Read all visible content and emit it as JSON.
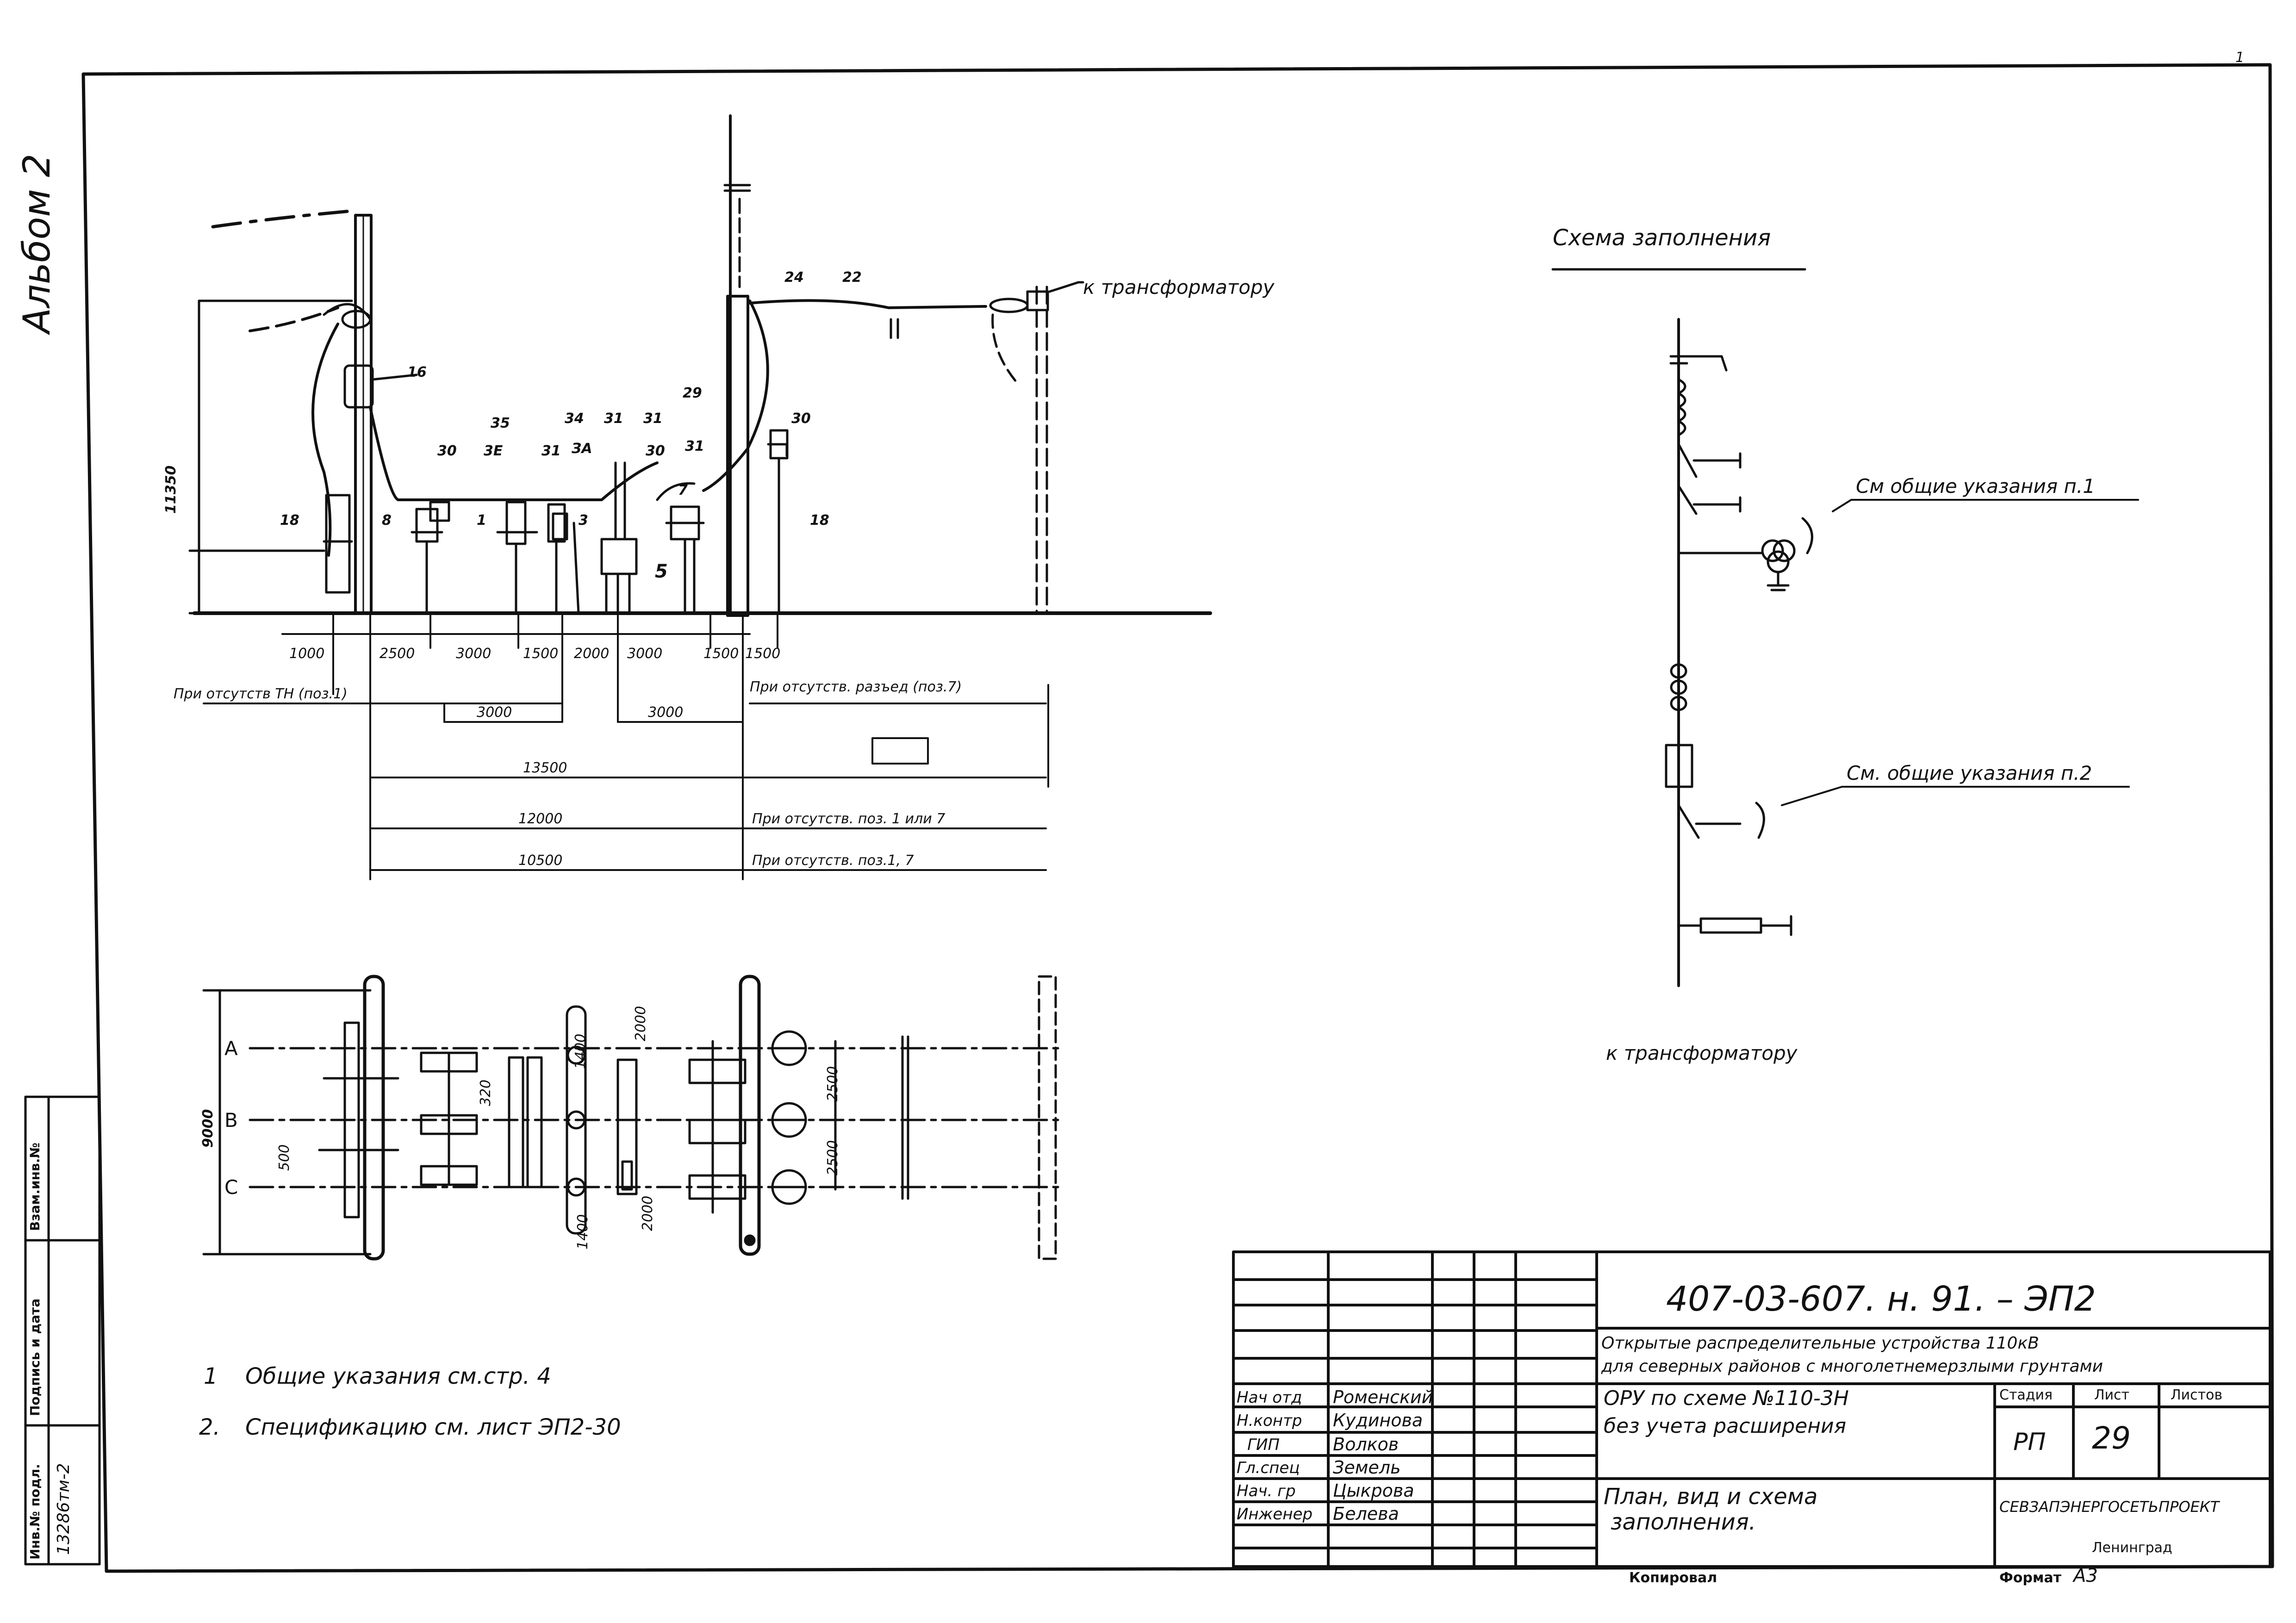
{
  "sheet": {
    "album": "Альбом 2",
    "corner_mark": "1"
  },
  "elevation": {
    "height_dim": "11350",
    "to_transformer": "к трансформатору",
    "position_marks": [
      "18",
      "8",
      "30",
      "35",
      "3Е",
      "31",
      "1",
      "3",
      "34",
      "ЗА",
      "31",
      "31",
      "30",
      "7",
      "5",
      "31",
      "29",
      "24",
      "22",
      "30",
      "16",
      "18"
    ],
    "dims_row1": [
      "1000",
      "2500",
      "3000",
      "1500",
      "2000",
      "3000",
      "1500",
      "1500"
    ],
    "note_left": "При отсутств ТН (поз.1)",
    "note_right": "При отсутств. разъед (поз.7)",
    "dim_3000_left": "3000",
    "dim_3000_right": "3000",
    "total_13500": "13500",
    "total_12000": "12000",
    "total_12000_note": "При отсутств. поз. 1 или 7",
    "total_10500": "10500",
    "total_10500_note": "При отсутств. поз.1, 7"
  },
  "plan": {
    "phases": [
      "А",
      "В",
      "С"
    ],
    "width_dim": "9000",
    "dim_500": "500",
    "dim_320": "320",
    "dim_1400_top": "1400",
    "dim_1400_bottom": "1400",
    "dim_2000_top": "2000",
    "dim_2000_bottom": "2000",
    "dim_2500_top": "2500",
    "dim_2500_bottom": "2500"
  },
  "scheme": {
    "title": "Схема заполнения",
    "note1": "См общие указания п.1",
    "note2": "См. общие указания п.2",
    "to_transformer": "к трансформатору"
  },
  "notes": [
    {
      "num": "1",
      "text": "Общие указания см.стр. 4"
    },
    {
      "num": "2.",
      "text": "Спецификацию см. лист ЭП2-30"
    }
  ],
  "title_block": {
    "doc_code": "407-03-607. н. 91. – ЭП2",
    "project_title_1": "Открытые распределительные устройства 110кВ",
    "project_title_2": "для северных районов с многолетнемерзлыми грунтами",
    "sheet_title_1": "ОРУ по схеме №110-3Н",
    "sheet_title_2": "без учета расширения",
    "drawing_title_1": "План, вид и схема",
    "drawing_title_2": "заполнения.",
    "roles": [
      "Нач отд",
      "Н.контр",
      "ГИП",
      "Гл.спец",
      "Нач. гр",
      "Инженер"
    ],
    "names": [
      "Роменский",
      "Кудинова",
      "Волков",
      "Земель",
      "Цыкрова",
      "Белева"
    ],
    "stage_label": "Стадия",
    "sheet_label": "Лист",
    "sheets_label": "Листов",
    "stage": "РП",
    "sheet_no": "29",
    "organization": "СЕВЗАПЭНЕРГОСЕТЬПРОЕКТ",
    "city": "Ленинград",
    "copied_label": "Копировал",
    "format_label": "Формат",
    "format_value": "А3"
  },
  "side_stamp": {
    "fields": [
      "Инв.№ подл.",
      "Подпись и дата",
      "Взам.инв.№"
    ],
    "inv_no": "13286тм-2"
  }
}
